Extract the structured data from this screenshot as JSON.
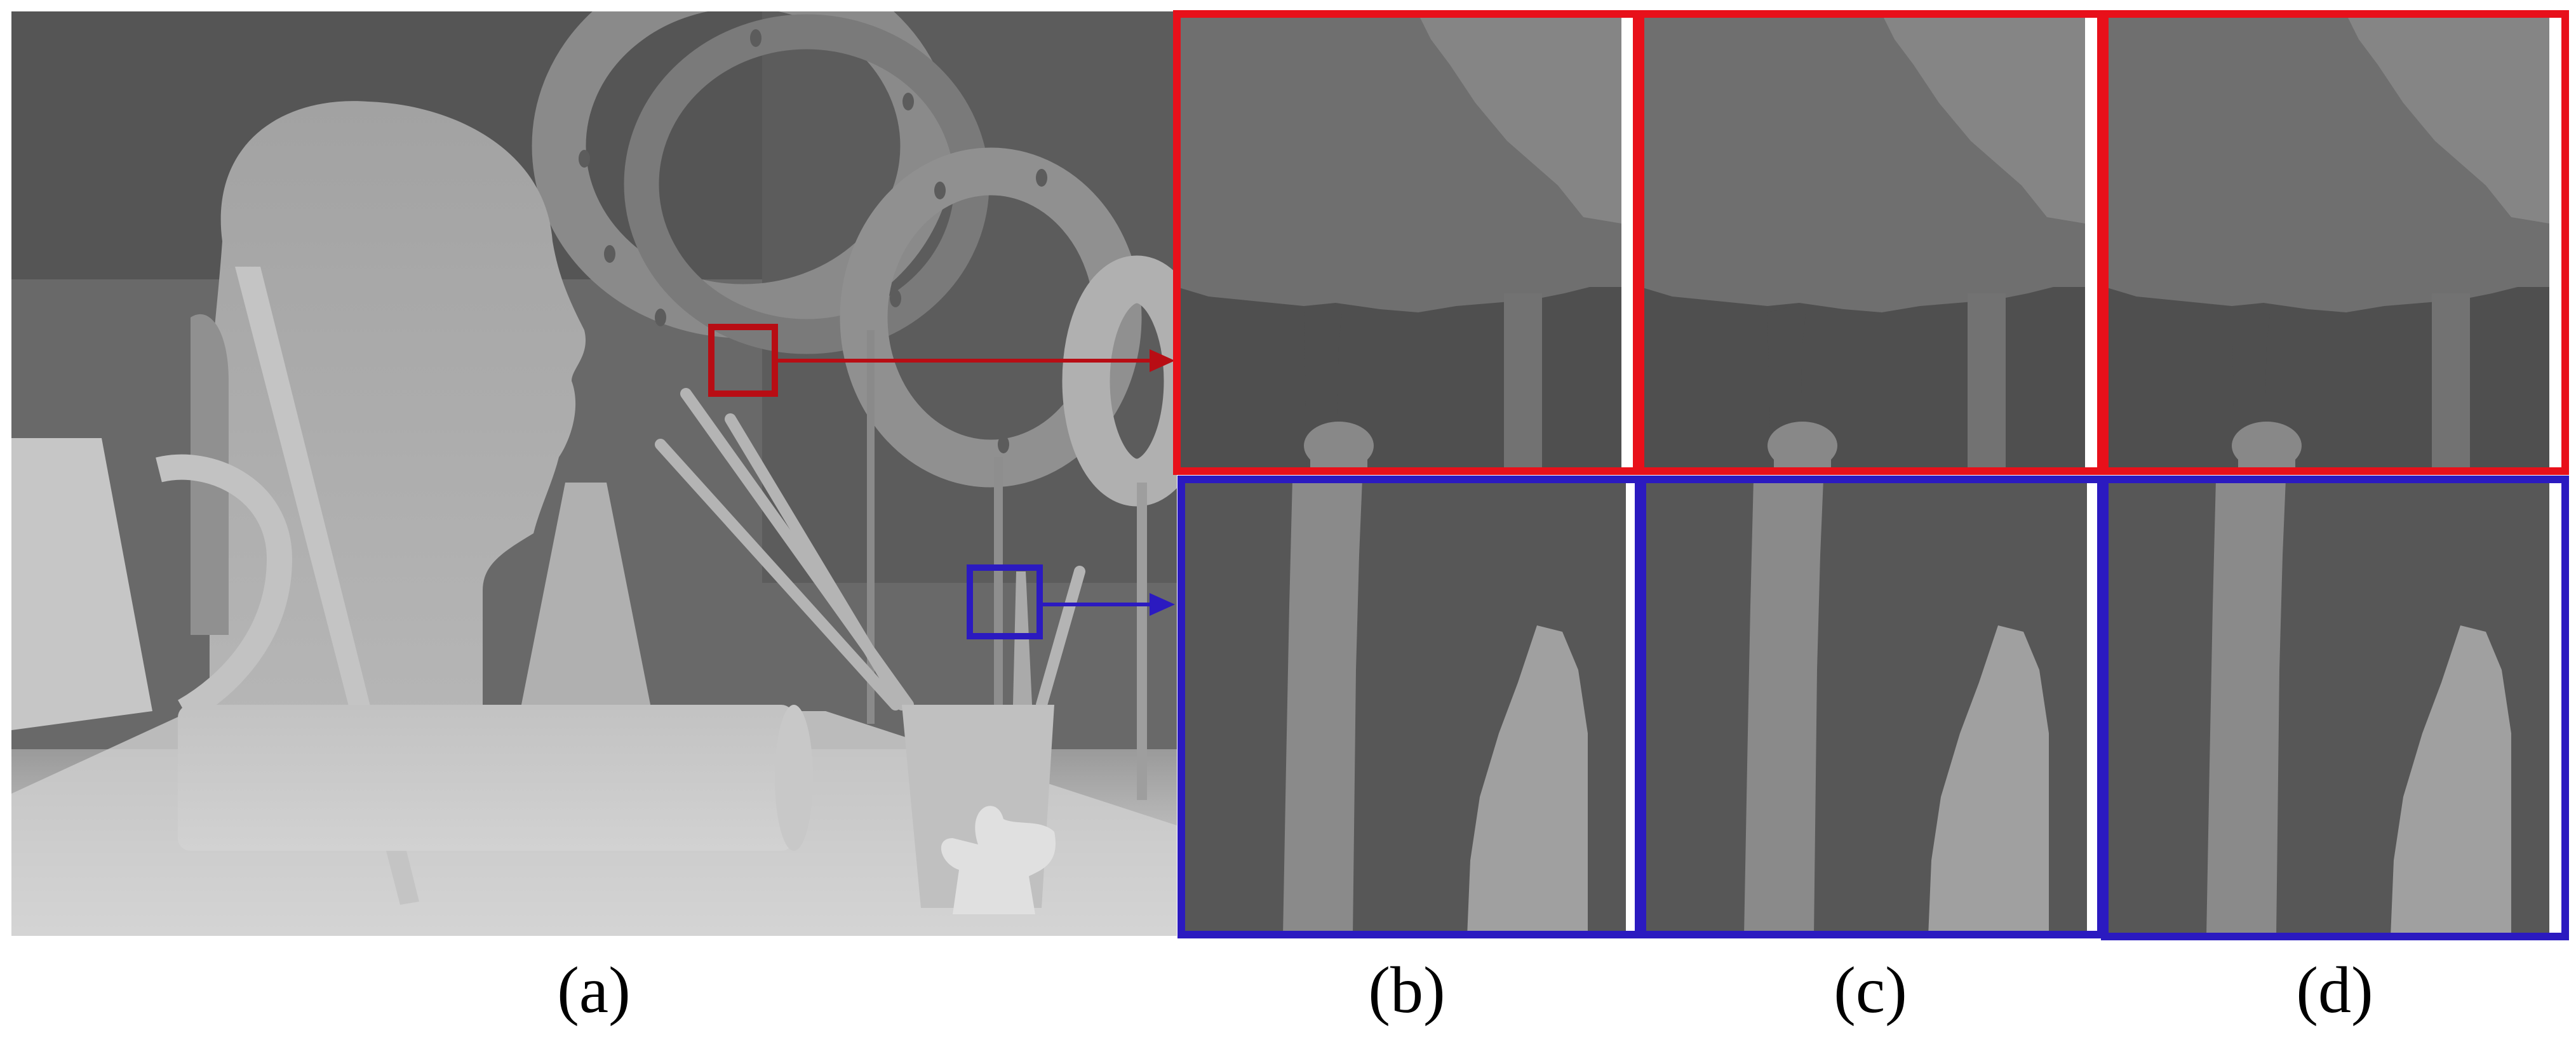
{
  "figure": {
    "captions": {
      "a": "(a)",
      "b": "(b)",
      "c": "(c)",
      "d": "(d)"
    },
    "colors": {
      "red_box": "#e8101a",
      "dark_red_box": "#b80d14",
      "blue_box": "#2b1ac0",
      "background_dark": "#4d4d4d",
      "background_mid": "#676767",
      "foreground_light": "#b4b4b4",
      "floor_light": "#e2e2e2"
    },
    "panels": [
      {
        "id": "a",
        "content": "depth-map-scene"
      },
      {
        "id": "b",
        "content": "zoomed-crops"
      },
      {
        "id": "c",
        "content": "zoomed-crops"
      },
      {
        "id": "d",
        "content": "zoomed-crops"
      }
    ]
  }
}
